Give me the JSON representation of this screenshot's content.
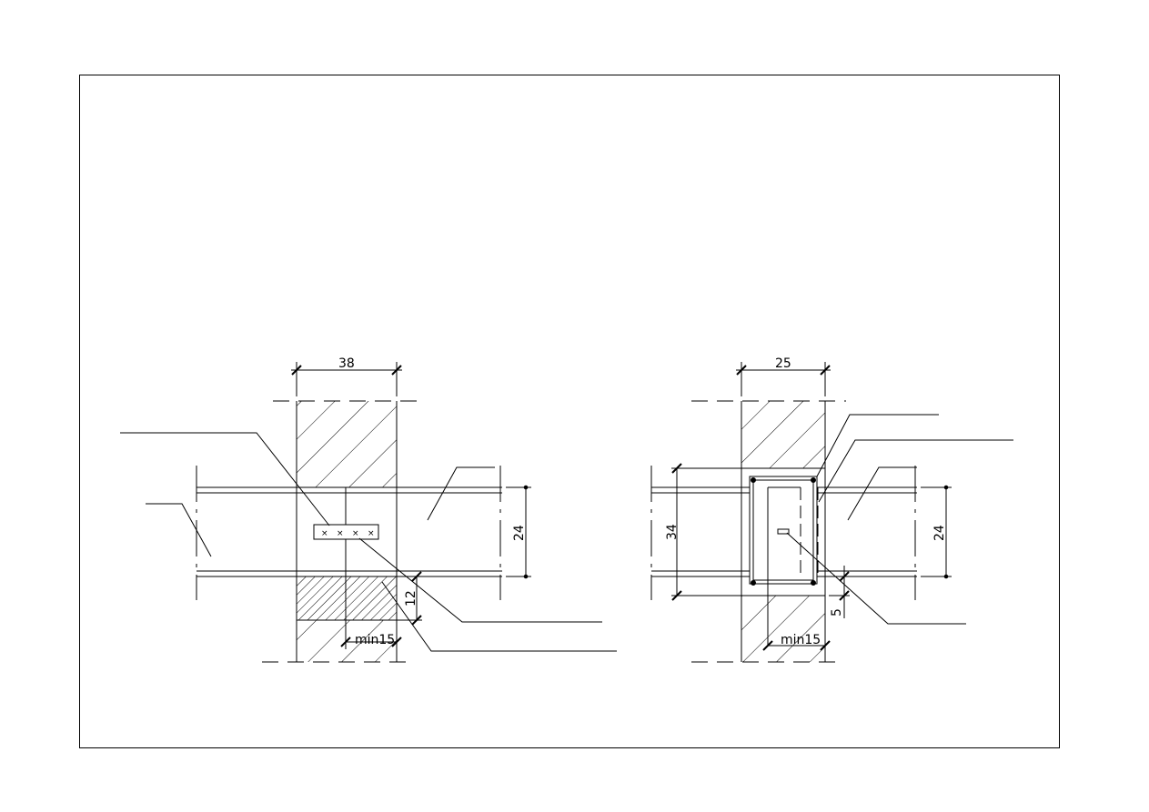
{
  "drawing": {
    "colors": {
      "line": "#000000",
      "background": "#ffffff"
    },
    "left_detail": {
      "dim_width": "38",
      "dim_height": "24",
      "dim_bearing": "12",
      "dim_min": "min15"
    },
    "right_detail": {
      "dim_width": "25",
      "dim_height": "24",
      "dim_beam": "34",
      "dim_cover": "5",
      "dim_min": "min15"
    }
  }
}
